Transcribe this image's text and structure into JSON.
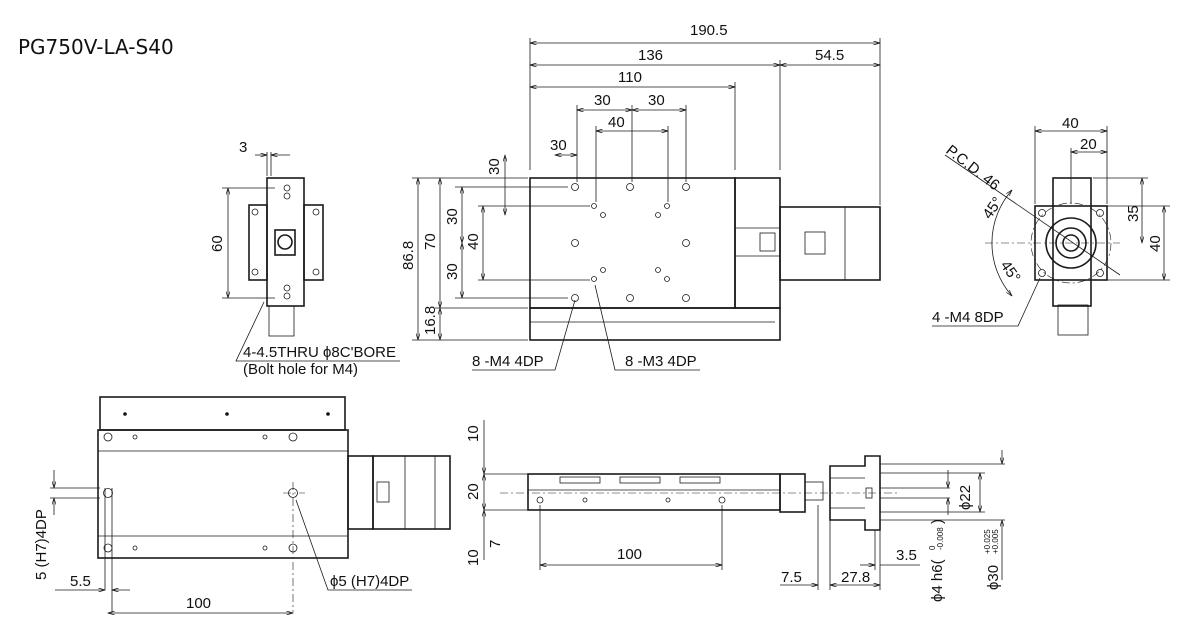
{
  "title": "PG750V-LA-S40",
  "top_view": {
    "dims": {
      "overall": "190.5",
      "body": "136",
      "motor": "54.5",
      "width_110": "110",
      "pitch_30a": "30",
      "pitch_30b": "30",
      "pitch_40": "40",
      "offset_30": "30",
      "height_86_8": "86.8",
      "height_70": "70",
      "v30a": "30",
      "v30b": "30",
      "v40": "40",
      "v30top": "30",
      "base_16_8": "16.8"
    },
    "callouts": {
      "m4": "8 -M4 4DP",
      "m3": "8 -M3 4DP"
    }
  },
  "side_view_left": {
    "dims": {
      "offset_3": "3",
      "pitch_60": "60"
    },
    "callout_line1": "4-4.5THRU ϕ8C'BORE",
    "callout_line2": "(Bolt hole for M4)"
  },
  "end_view_right": {
    "dims": {
      "w40": "40",
      "w20": "20",
      "h35": "35",
      "h40": "40",
      "angle_a": "45°",
      "angle_b": "45°",
      "pcd": "P.C.D. 46"
    },
    "callout": "4 -M4 8DP"
  },
  "bottom_view": {
    "dims": {
      "pin_offset": "5 (H7)4DP",
      "edge_5_5": "5.5",
      "pitch_100": "100"
    },
    "callout": "ϕ5 (H7)4DP"
  },
  "front_view": {
    "dims": {
      "v10a": "10",
      "v20": "20",
      "v7": "7",
      "v10b": "10",
      "pitch_100": "100",
      "d7_5": "7.5",
      "d27_8": "27.8",
      "d3_5": "3.5",
      "shaft": "ϕ4 h6(",
      "shaft_tol_upper": "0",
      "shaft_tol_lower": "-0.008",
      "shaft_close": ")",
      "bore22": "ϕ22",
      "bore30": "ϕ30",
      "bore30_tol_upper": "+0.025",
      "bore30_tol_lower": "+0.005"
    }
  }
}
